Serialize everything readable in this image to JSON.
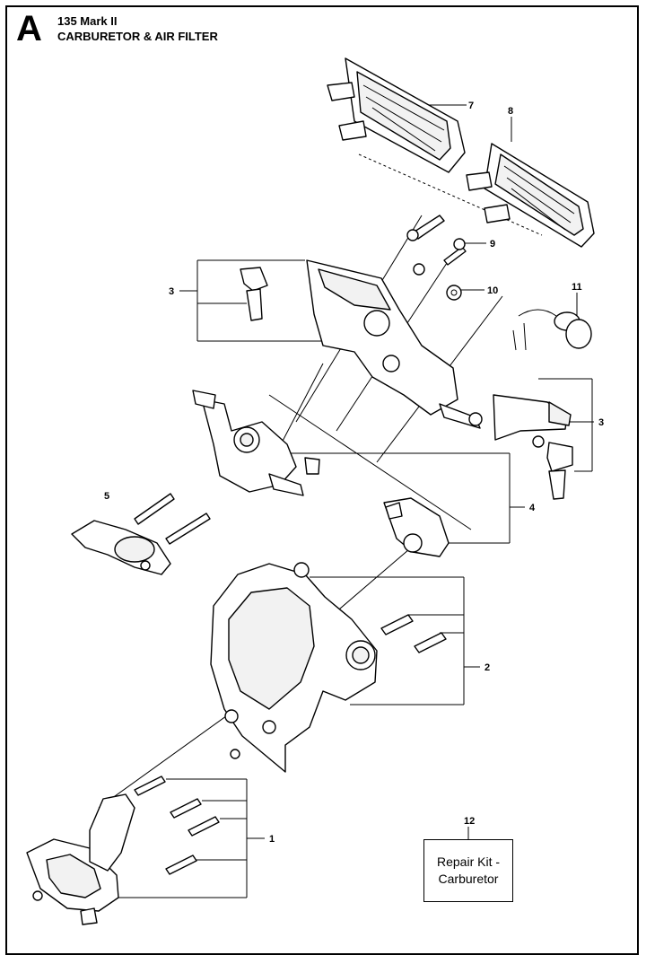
{
  "header": {
    "section_letter": "A",
    "model": "135 Mark II",
    "title": "CARBURETOR & AIR FILTER"
  },
  "callouts": [
    {
      "id": "c1",
      "label": "1"
    },
    {
      "id": "c2",
      "label": "2"
    },
    {
      "id": "c3a",
      "label": "3"
    },
    {
      "id": "c3b",
      "label": "3"
    },
    {
      "id": "c4",
      "label": "4"
    },
    {
      "id": "c5",
      "label": "5"
    },
    {
      "id": "c7",
      "label": "7"
    },
    {
      "id": "c8",
      "label": "8"
    },
    {
      "id": "c9",
      "label": "9"
    },
    {
      "id": "c10",
      "label": "10"
    },
    {
      "id": "c11",
      "label": "11"
    },
    {
      "id": "c12",
      "label": "12"
    }
  ],
  "repair_kit": {
    "label": "Repair Kit - Carburetor"
  }
}
